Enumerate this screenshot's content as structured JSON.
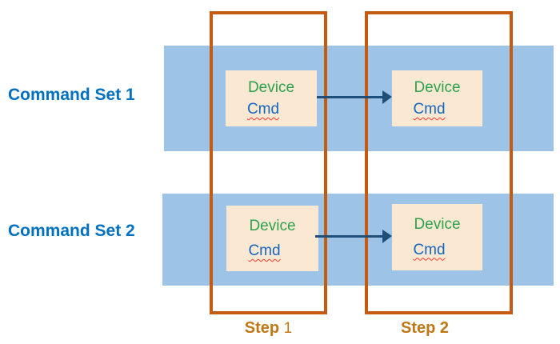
{
  "diagram": {
    "rows": [
      {
        "label": "Command Set 1"
      },
      {
        "label": "Command Set 2"
      }
    ],
    "steps": [
      {
        "word": "Step",
        "number": "1"
      },
      {
        "word": "Step",
        "number": "2"
      }
    ],
    "boxes": [
      {
        "device": "Device",
        "cmd": "Cmd"
      },
      {
        "device": "Device",
        "cmd": "Cmd"
      },
      {
        "device": "Device",
        "cmd": "Cmd"
      },
      {
        "device": "Device",
        "cmd": "Cmd"
      }
    ],
    "colors": {
      "band_blue": "#9DC3E6",
      "box_fill": "#FBE8D3",
      "step_frame_orange": "#C55A11",
      "step_label_amber": "#BF7815",
      "command_label_blue": "#0070C0",
      "device_green": "#2CA14E",
      "cmd_blue": "#1565C0",
      "arrow_navy": "#1F4E79",
      "squiggle_red": "#FF3B30"
    }
  }
}
